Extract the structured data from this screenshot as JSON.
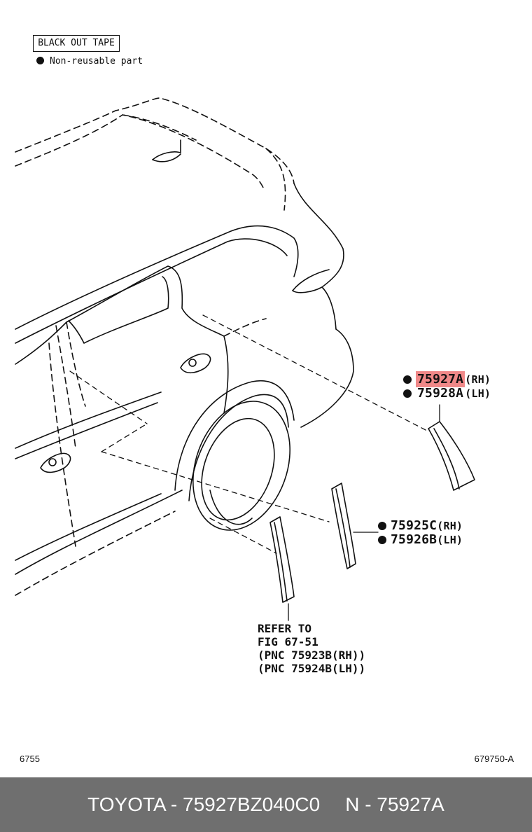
{
  "header": {
    "title": "BLACK OUT TAPE",
    "legend": "Non-reusable part"
  },
  "callouts": [
    {
      "part": "75927A",
      "side": "(RH)",
      "highlight": true
    },
    {
      "part": "75928A",
      "side": "(LH)",
      "highlight": false
    },
    {
      "part": "75925C",
      "side": "(RH)",
      "highlight": false
    },
    {
      "part": "75926B",
      "side": "(LH)",
      "highlight": false
    }
  ],
  "refer": {
    "line1": "REFER TO",
    "line2": "FIG 67-51",
    "line3": "(PNC 75923B(RH))",
    "line4": "(PNC 75924B(LH))"
  },
  "figure": {
    "left_code": "6755",
    "right_code": "679750-A"
  },
  "footer": {
    "left": "TOYOTA - 75927BZ040C0",
    "right": "N - 75927A"
  },
  "colors": {
    "highlight": "#f08888",
    "footer_bg": "#6f6f6f"
  }
}
